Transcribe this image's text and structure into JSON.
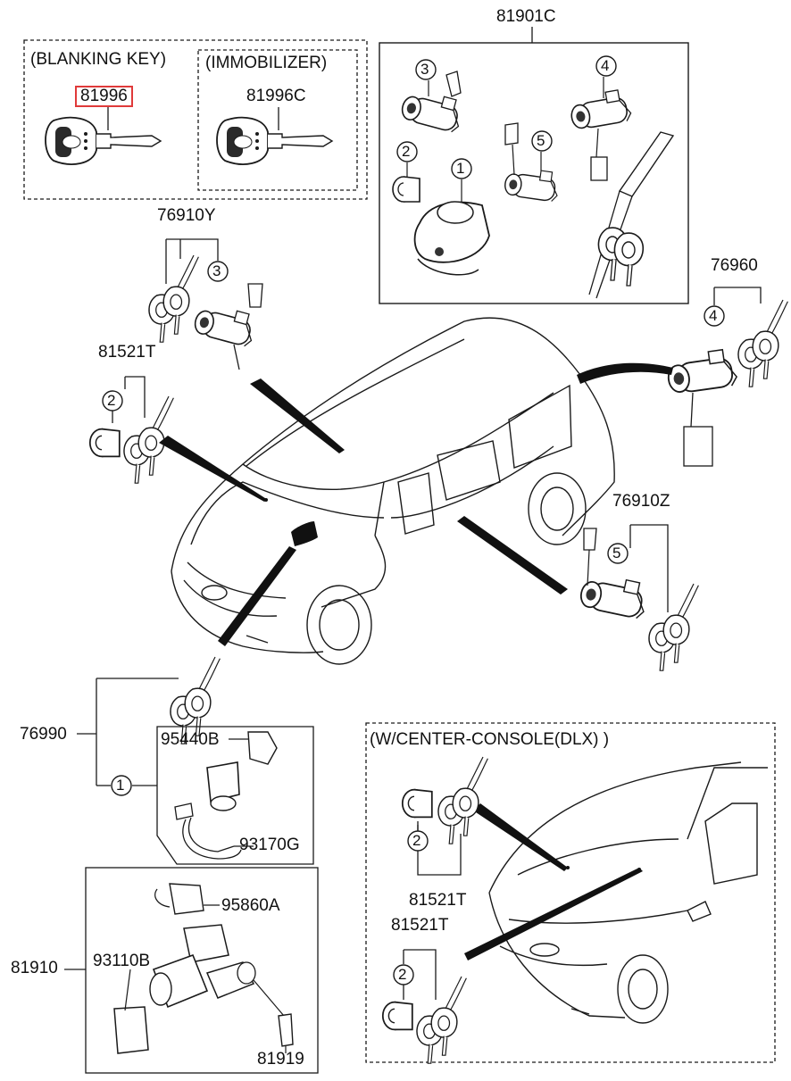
{
  "labels": {
    "blanking_key_caption": "(BLANKING KEY)",
    "immobilizer_caption": "(IMMOBILIZER)",
    "part_81996": "81996",
    "part_81996c": "81996C",
    "part_81901c": "81901C",
    "part_76910y": "76910Y",
    "part_81521t_top": "81521T",
    "part_76960": "76960",
    "part_76910z": "76910Z",
    "part_76990": "76990",
    "part_95440b": "95440B",
    "part_93170g": "93170G",
    "part_95860a": "95860A",
    "part_81910": "81910",
    "part_93110b": "93110B",
    "part_81919": "81919",
    "center_console_caption": "(W/CENTER-CONSOLE(DLX) )",
    "part_81521t_console_a": "81521T",
    "part_81521t_console_b": "81521T"
  },
  "callouts": {
    "c1": "1",
    "c2": "2",
    "c3": "3",
    "c4": "4",
    "c5": "5",
    "y3": "3",
    "t2": "2",
    "s4": "4",
    "z5": "5",
    "k1": "1",
    "ca2": "2",
    "cb2": "2"
  },
  "colors": {
    "line": "#1a1a1a",
    "highlight": "#e03a3a",
    "fill": "#ffffff",
    "shade": "#c8c8c8",
    "dark": "#2a2a2a"
  }
}
